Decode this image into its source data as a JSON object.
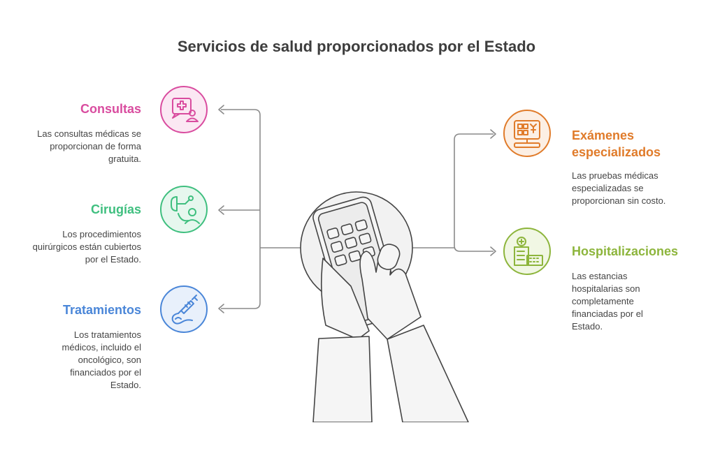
{
  "title": "Servicios de salud proporcionados por el Estado",
  "items": [
    {
      "heading": "Consultas",
      "description": "Las consultas médicas se proporcionan de forma gratuita.",
      "color": "#d94c9f",
      "fill": "#fbe8f3",
      "icon": "medical-consultation-icon"
    },
    {
      "heading": "Cirugías",
      "description": "Los procedimientos quirúrgicos están cubiertos por el Estado.",
      "color": "#3fbf7f",
      "fill": "#e6f7ee",
      "icon": "surgery-icon"
    },
    {
      "heading": "Tratamientos",
      "description": "Los tratamientos médicos, incluido el oncológico, son financiados por el Estado.",
      "color": "#4a86d8",
      "fill": "#e8f0fb",
      "icon": "syringe-icon"
    },
    {
      "heading": "Exámenes especializados",
      "description": "Las pruebas médicas especializadas se proporcionan sin costo.",
      "color": "#e07b2a",
      "fill": "#fcefe4",
      "icon": "lab-equipment-icon"
    },
    {
      "heading": "Hospitalizaciones",
      "description": "Las estancias hospitalarias son completamente financiadas por el Estado.",
      "color": "#8db53c",
      "fill": "#f1f7e4",
      "icon": "hospital-building-icon"
    }
  ],
  "central_icon": "hand-calculator-icon"
}
